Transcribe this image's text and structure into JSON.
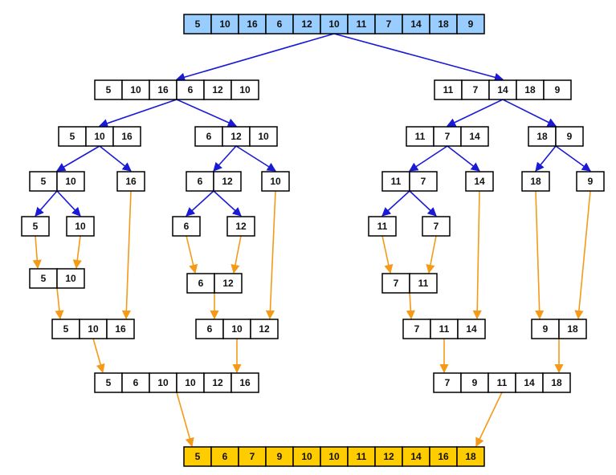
{
  "colors": {
    "split_arrow": "#1a1ad6",
    "merge_arrow": "#f59a17",
    "input_fill": "#99ccff",
    "output_fill": "#ffcc00",
    "cell_fill": "#ffffff",
    "cell_stroke": "#000000"
  },
  "arrays": [
    {
      "id": "root",
      "values": [
        "5",
        "10",
        "16",
        "6",
        "12",
        "10",
        "11",
        "7",
        "14",
        "18",
        "9"
      ],
      "style": "input"
    },
    {
      "id": "L",
      "values": [
        "5",
        "10",
        "16",
        "6",
        "12",
        "10"
      ]
    },
    {
      "id": "R",
      "values": [
        "11",
        "7",
        "14",
        "18",
        "9"
      ]
    },
    {
      "id": "LL",
      "values": [
        "5",
        "10",
        "16"
      ]
    },
    {
      "id": "LR",
      "values": [
        "6",
        "12",
        "10"
      ]
    },
    {
      "id": "RL",
      "values": [
        "11",
        "7",
        "14"
      ]
    },
    {
      "id": "RR",
      "values": [
        "18",
        "9"
      ]
    },
    {
      "id": "LLL",
      "values": [
        "5",
        "10"
      ]
    },
    {
      "id": "LLR",
      "values": [
        "16"
      ]
    },
    {
      "id": "LRL",
      "values": [
        "6",
        "12"
      ]
    },
    {
      "id": "LRR",
      "values": [
        "10"
      ]
    },
    {
      "id": "RLL",
      "values": [
        "11",
        "7"
      ]
    },
    {
      "id": "RLR",
      "values": [
        "14"
      ]
    },
    {
      "id": "RRL",
      "values": [
        "18"
      ]
    },
    {
      "id": "RRR",
      "values": [
        "9"
      ]
    },
    {
      "id": "a5",
      "values": [
        "5"
      ]
    },
    {
      "id": "a10",
      "values": [
        "10"
      ]
    },
    {
      "id": "a6",
      "values": [
        "6"
      ]
    },
    {
      "id": "a12",
      "values": [
        "12"
      ]
    },
    {
      "id": "a11",
      "values": [
        "11"
      ]
    },
    {
      "id": "a7",
      "values": [
        "7"
      ]
    },
    {
      "id": "m1",
      "values": [
        "5",
        "10"
      ]
    },
    {
      "id": "m2",
      "values": [
        "6",
        "12"
      ]
    },
    {
      "id": "m3",
      "values": [
        "7",
        "11"
      ]
    },
    {
      "id": "m4",
      "values": [
        "5",
        "10",
        "16"
      ]
    },
    {
      "id": "m5",
      "values": [
        "6",
        "10",
        "12"
      ]
    },
    {
      "id": "m6",
      "values": [
        "7",
        "11",
        "14"
      ]
    },
    {
      "id": "m7",
      "values": [
        "9",
        "18"
      ]
    },
    {
      "id": "m8",
      "values": [
        "5",
        "6",
        "10",
        "10",
        "12",
        "16"
      ]
    },
    {
      "id": "m9",
      "values": [
        "7",
        "9",
        "11",
        "14",
        "18"
      ]
    },
    {
      "id": "out",
      "values": [
        "5",
        "6",
        "7",
        "9",
        "10",
        "10",
        "11",
        "12",
        "14",
        "16",
        "18"
      ],
      "style": "output"
    }
  ],
  "split_edges": [
    [
      "root",
      "L"
    ],
    [
      "root",
      "R"
    ],
    [
      "L",
      "LL"
    ],
    [
      "L",
      "LR"
    ],
    [
      "R",
      "RL"
    ],
    [
      "R",
      "RR"
    ],
    [
      "LL",
      "LLL"
    ],
    [
      "LL",
      "LLR"
    ],
    [
      "LR",
      "LRL"
    ],
    [
      "LR",
      "LRR"
    ],
    [
      "RL",
      "RLL"
    ],
    [
      "RL",
      "RLR"
    ],
    [
      "RR",
      "RRL"
    ],
    [
      "RR",
      "RRR"
    ],
    [
      "LLL",
      "a5"
    ],
    [
      "LLL",
      "a10"
    ],
    [
      "LRL",
      "a6"
    ],
    [
      "LRL",
      "a12"
    ],
    [
      "RLL",
      "a11"
    ],
    [
      "RLL",
      "a7"
    ]
  ],
  "merge_edges": [
    [
      "a5",
      "m1"
    ],
    [
      "a10",
      "m1"
    ],
    [
      "a6",
      "m2"
    ],
    [
      "a12",
      "m2"
    ],
    [
      "a11",
      "m3"
    ],
    [
      "a7",
      "m3"
    ],
    [
      "m1",
      "m4"
    ],
    [
      "LLR",
      "m4"
    ],
    [
      "m2",
      "m5"
    ],
    [
      "LRR",
      "m5"
    ],
    [
      "m3",
      "m6"
    ],
    [
      "RLR",
      "m6"
    ],
    [
      "RRL",
      "m7"
    ],
    [
      "RRR",
      "m7"
    ],
    [
      "m4",
      "m8"
    ],
    [
      "m5",
      "m8"
    ],
    [
      "m6",
      "m9"
    ],
    [
      "m7",
      "m9"
    ],
    [
      "m8",
      "out"
    ],
    [
      "m9",
      "out"
    ]
  ]
}
